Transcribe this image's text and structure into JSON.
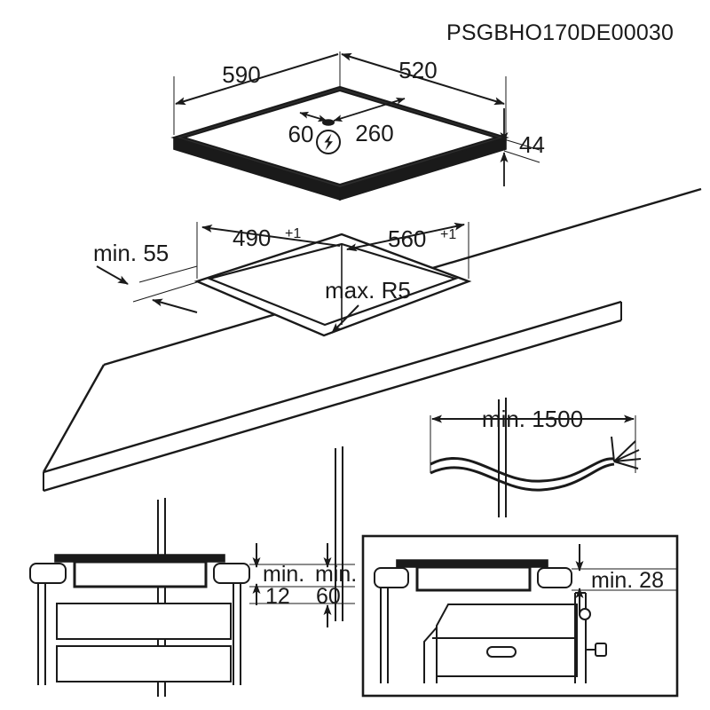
{
  "document": {
    "type": "installation-drawing",
    "reference_code": "PSGBHO170DE00030"
  },
  "views": {
    "appliance": {
      "name": "hob-outer-dimensions",
      "dimensions": {
        "width": "590",
        "depth": "520",
        "height": "44",
        "connection_offset_left": "60",
        "connection_offset_right": "260"
      },
      "symbols": {
        "electrical": "lightning-bolt-icon"
      }
    },
    "worktop": {
      "name": "worktop-cutout",
      "dimensions": {
        "cutout_depth": "490",
        "cutout_depth_tolerance": "+1",
        "cutout_width": "560",
        "cutout_width_tolerance": "+1",
        "corner_radius": "max. R5",
        "rear_distance": "min. 55"
      }
    },
    "cable": {
      "name": "mains-cable-length",
      "dimensions": {
        "length": "min. 1500"
      }
    },
    "detail_left": {
      "name": "hob-over-drawer-unit",
      "dimensions": {
        "worktop_thickness": "min.",
        "worktop_thickness_value": "12",
        "clearance_label": "min.",
        "clearance_value": "60"
      }
    },
    "detail_right": {
      "name": "hob-over-oven",
      "dimensions": {
        "clearance": "min. 28"
      }
    }
  },
  "colors": {
    "line": "#1a1a1a",
    "fill": "#ffffff",
    "background": "#ffffff"
  }
}
